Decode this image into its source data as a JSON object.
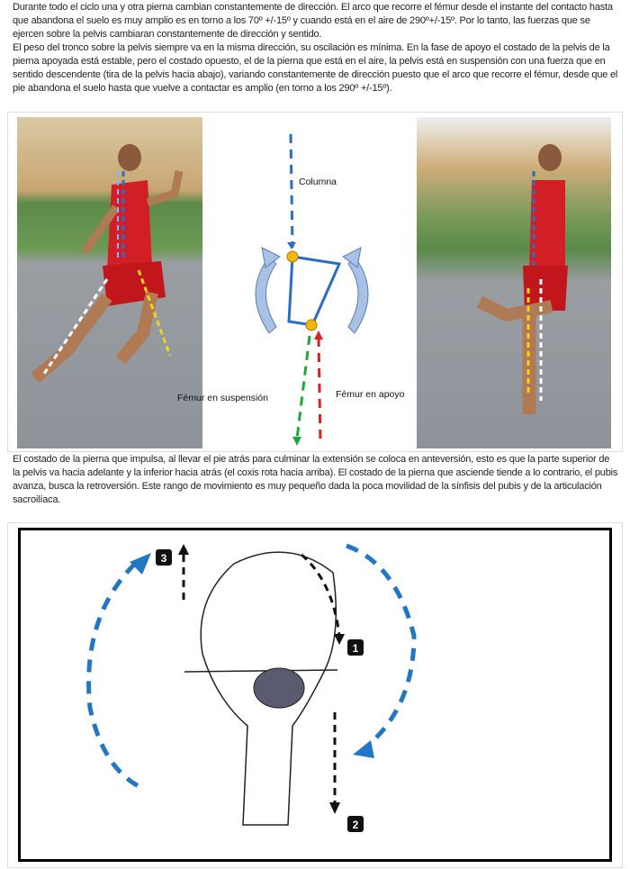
{
  "paragraphs": [
    "Durante todo el ciclo una y otra pierna cambian constantemente de dirección. El arco que recorre el fémur desde el instante del contacto hasta que abandona el suelo es muy amplio es en torno a los 70º +/-15º y cuando está en el aire de 290º+/-15º. Por lo tanto, las fuerzas que se ejercen sobre la pelvis cambiaran constantemente de dirección y sentido.",
    "El peso del tronco sobre la pelvis siempre va en la misma dirección, su oscilación es mínima. En la fase de apoyo el costado de la pelvis de la pierna apoyada está estable, pero el costado opuesto, el de la pierna que está en el aire, la pelvis está en suspensión con una fuerza que en sentido descendente (tira de la pelvis hacia abajo), variando constantemente de dirección puesto que el arco que recorre el fémur, desde que el pie abandona el suelo hasta que vuelve a contactar es amplio (en torno a los 290º +/-15º).",
    "El costado de la pierna que impulsa, al llevar el pie atrás para culminar la extensión se coloca en anteversión, esto es que la parte superior de la pelvis va hacia adelante y la inferior hacia atrás (el coxis rota hacia arriba). El costado de la pierna que asciende tiende a lo contrario, el pubis avanza, busca la retroversión. Este rango de movimiento es muy pequeño dada la poca movilidad de la sínfisis del pubis y de la articulación sacroilíaca."
  ],
  "figure1": {
    "labels": {
      "column": "Columna",
      "femur_suspension": "Fémur en suspensión",
      "femur_support": "Fémur en apoyo"
    }
  },
  "figure2": {
    "markers": [
      "1",
      "2",
      "3"
    ]
  },
  "colors": {
    "blue": "#2b6cc4",
    "yellow": "#f2d21a",
    "green": "#1fa83a",
    "red": "#e02020",
    "arc": "#a9c1e4"
  }
}
